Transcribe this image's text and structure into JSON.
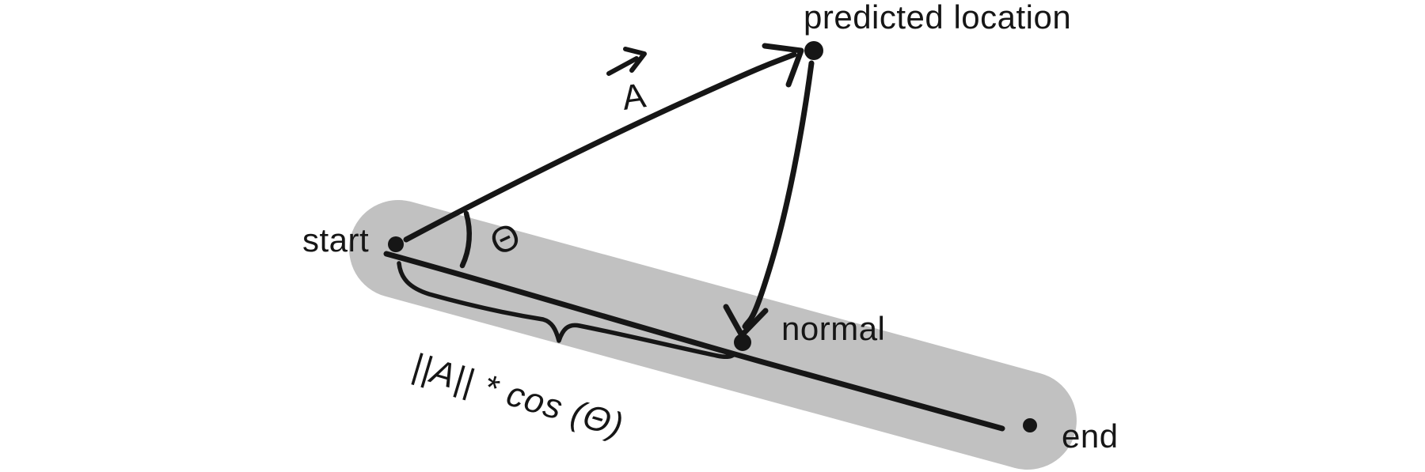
{
  "colors": {
    "background": "#ffffff",
    "ink": "#161616",
    "segment_fill": "#c1c1c1"
  },
  "labels": {
    "predicted_location": "predicted location",
    "vector_a": "A",
    "start": "start",
    "theta": "Θ",
    "normal": "normal",
    "end": "end",
    "projection_length": "||A|| * cos (Θ)"
  },
  "diagram": {
    "kind": "hand-drawn vector projection sketch",
    "points": [
      {
        "id": "start",
        "label": "start"
      },
      {
        "id": "end",
        "label": "end"
      },
      {
        "id": "normal",
        "label": "normal"
      },
      {
        "id": "predicted",
        "label": "predicted location"
      }
    ],
    "edges": [
      {
        "from": "start",
        "to": "predicted",
        "label": "A",
        "arrow": true
      },
      {
        "from": "predicted",
        "to": "normal",
        "label": "",
        "arrow": true
      },
      {
        "from": "start",
        "to": "end",
        "label": "",
        "arrow": false
      }
    ],
    "annotations": [
      {
        "type": "angle-arc",
        "vertex": "start",
        "label": "Θ"
      },
      {
        "type": "underbrace",
        "from": "start",
        "to": "normal",
        "label": "||A|| * cos (Θ)"
      }
    ]
  }
}
